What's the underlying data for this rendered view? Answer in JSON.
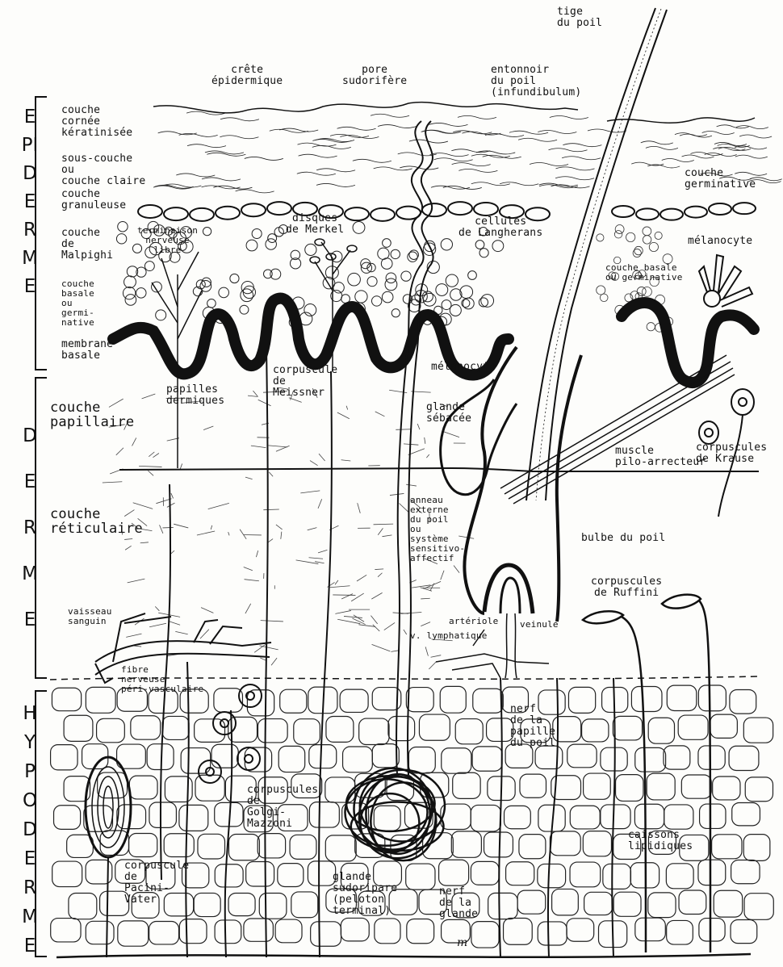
{
  "strata": {
    "epiderme": "EPIDERME",
    "derme": "DERME",
    "hypoderme": "HYPODERME"
  },
  "labels": {
    "tige_du_poil": "tige\ndu poil",
    "crete_epidermique": "crête\népidermique",
    "pore_sudorifere": "pore\nsudorifère",
    "entonnoir_du_poil": "entonnoir\ndu poil\n(infundibulum)",
    "couche_cornee": "couche\ncornée\nkératinisée",
    "sous_couche_claire": "sous-couche\nou\ncouche claire",
    "couche_granuleuse": "couche\ngranuleuse",
    "couche_germinative_top": "couche\ngerminative",
    "couche_de_malpighi": "couche\nde\nMalpighi",
    "terminaison_nerveuse": "terminaison\nnerveuse\nlibre",
    "disques_de_merkel": "disques\nde Merkel",
    "cellules_de_langherans": "cellules\nde Langherans",
    "melanocyte_right": "mélanocyte",
    "couche_basale_germinative_right": "couche basale\nou germinative",
    "couche_basale_left": "couche\nbasale\nou\ngermi-\nnative",
    "membrane_basale": "membrane\nbasale",
    "papilles_dermiques": "papilles\ndermiques",
    "corpuscule_de_meissner": "corpuscule\nde\nMeissner",
    "melanocyte_center": "mélanocyte",
    "glande_sebacee": "glande\nsébacée",
    "couche_papillaire": "couche\npapillaire",
    "muscle_pilo_arrecteur": "muscle\npilo-arrecteur",
    "corpuscules_de_krause": "corpuscules\nde Krause",
    "couche_reticulaire": "couche\nréticulaire",
    "anneau_externe": "anneau\nexterne\ndu poil\nou\nsystème\nsensitivo-\naffectif",
    "bulbe_du_poil": "bulbe du poil",
    "corpuscules_de_ruffini": "corpuscules\nde Ruffini",
    "vaisseau_sanguin": "vaisseau\nsanguin",
    "arteriole": "artériole",
    "v_lymphatique": "v. lymphatique",
    "veinule": "veinule",
    "fibre_nerveuse_peri_vasculaire": "fibre\nnerveuse\npéri-vasculaire",
    "nerf_de_la_papille": "nerf\nde la\npapille\ndu poil",
    "corpuscules_golgi_mazzoni": "corpuscules\nde\nGolgi-\nMazzoni",
    "caissons_lipidiques": "caissons\nlipidiques",
    "corpuscule_pacini_vater": "corpuscule\nde\nPacini-\nVater",
    "glande_sudoripare": "glande\nsudoripare\n(peloton\nterminal)",
    "nerf_de_la_glande": "nerf\nde la\nglande",
    "signature": "m"
  },
  "colors": {
    "ink": "#111111",
    "paper": "#fdfdfb"
  }
}
